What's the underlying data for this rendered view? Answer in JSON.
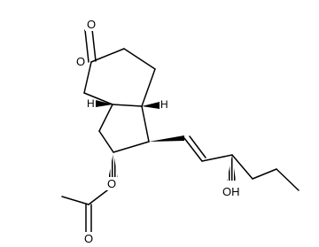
{
  "structure": {
    "atoms": {
      "carbonyl_o": "O",
      "ring_o": "O",
      "acetoxy_o": "O",
      "ester_o": "O",
      "hydroxyl": "OH",
      "h_left": "H",
      "h_right": "H"
    }
  },
  "colors": {
    "bond": "#000000",
    "background": "#ffffff"
  }
}
